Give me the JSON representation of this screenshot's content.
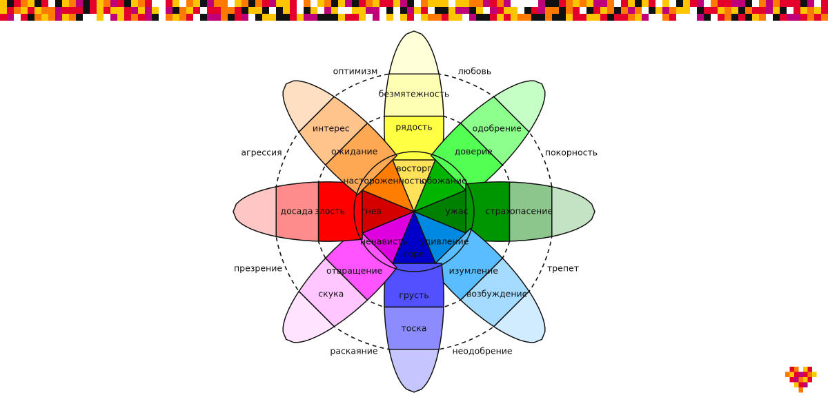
{
  "colors": {
    "border": [
      "#e4002b",
      "#ff7a00",
      "#ffc600",
      "#111111",
      "#c0007a",
      "#ffffff"
    ]
  },
  "wheel": {
    "petals": [
      {
        "name": "joy",
        "colors": [
          "#ffe25a",
          "#ffff44",
          "#ffffb4",
          "#ffffd8"
        ],
        "labels": [
          "восторг",
          "рядость",
          "безмятежность"
        ]
      },
      {
        "name": "trust",
        "colors": [
          "#00b400",
          "#54ff54",
          "#8cff8c",
          "#c6ffc6"
        ],
        "labels": [
          "обожание",
          "доверие",
          "одобрение"
        ]
      },
      {
        "name": "fear",
        "colors": [
          "#008000",
          "#009600",
          "#8cc68c",
          "#c4e3c4"
        ],
        "labels": [
          "ужас",
          "страх",
          "опасение"
        ]
      },
      {
        "name": "surprise",
        "colors": [
          "#0089e0",
          "#59bdff",
          "#a5dbff",
          "#d2ecff"
        ],
        "labels": [
          "удивление",
          "изумление",
          "возбуждение"
        ]
      },
      {
        "name": "sadness",
        "colors": [
          "#0000c8",
          "#5151ff",
          "#8c8cff",
          "#c6c6ff"
        ],
        "labels": [
          "горе",
          "грусть",
          "тоска"
        ]
      },
      {
        "name": "disgust",
        "colors": [
          "#de00de",
          "#ff54ff",
          "#ffc6ff",
          "#ffe3ff"
        ],
        "labels": [
          "ненависть",
          "отвращение",
          "скука"
        ]
      },
      {
        "name": "anger",
        "colors": [
          "#d40000",
          "#ff0000",
          "#ff8c8c",
          "#ffc6c6"
        ],
        "labels": [
          "гнев",
          "злость",
          "досада"
        ]
      },
      {
        "name": "anticipation",
        "colors": [
          "#ff7d00",
          "#ffa854",
          "#ffc48c",
          "#ffdfc2"
        ],
        "labels": [
          "настороженность",
          "ожидание",
          "интерес"
        ]
      }
    ],
    "dyads": [
      "любовь",
      "покорность",
      "трепет",
      "неодобрение",
      "раскаяние",
      "презрение",
      "агрессия",
      "оптимизм"
    ]
  },
  "logo": {
    "colors": [
      "#e4002b",
      "#ff7a00",
      "#ffc600",
      "#c0007a",
      "#ffffff"
    ]
  }
}
